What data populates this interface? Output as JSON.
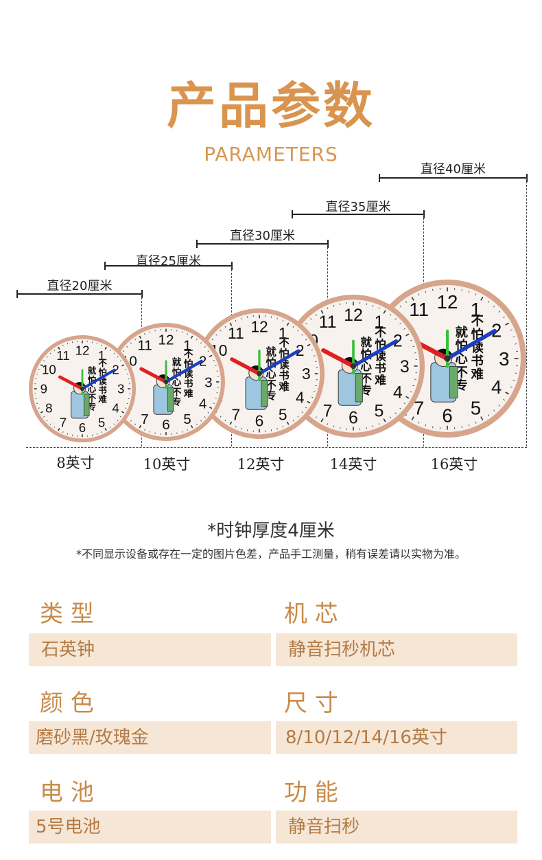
{
  "header": {
    "title_cn": "产品参数",
    "title_en": "PARAMETERS"
  },
  "dimensions": [
    {
      "label": "直径20厘米",
      "size": "8英寸"
    },
    {
      "label": "直径25厘米",
      "size": "10英寸"
    },
    {
      "label": "直径30厘米",
      "size": "12英寸"
    },
    {
      "label": "直径35厘米",
      "size": "14英寸"
    },
    {
      "label": "直径40厘米",
      "size": "16英寸"
    }
  ],
  "clock_face": {
    "numbers": [
      "12",
      "1",
      "2",
      "3",
      "4",
      "5",
      "6",
      "7",
      "8",
      "9",
      "10",
      "11"
    ],
    "motto": [
      "不",
      "怕",
      "读",
      "书",
      "难",
      "就",
      "怕",
      "心",
      "不",
      "专"
    ],
    "colors": {
      "frame": "#d7a48c",
      "face": "#f7f2ee",
      "hour_hand": "#e02020",
      "minute_hand": "#1a3fbf",
      "second_hand": "#38c038"
    }
  },
  "thickness_note": "*时钟厚度4厘米",
  "disclaimer": "*不同显示设备或存在一定的图片色差，产品手工测量，稍有误差请以实物为准。",
  "params": [
    {
      "label": "类 型",
      "value": "石英钟"
    },
    {
      "label": "机 芯",
      "value": "静音扫秒机芯"
    },
    {
      "label": "颜 色",
      "value": "磨砂黑/玫瑰金"
    },
    {
      "label": "尺 寸",
      "value": "8/10/12/14/16英寸"
    },
    {
      "label": "电 池",
      "value": "5号电池"
    },
    {
      "label": "功 能",
      "value": "静音扫秒"
    }
  ],
  "colors": {
    "accent": "#d9954f",
    "param_bg": "#f6e6d6",
    "param_text": "#b37b45"
  }
}
